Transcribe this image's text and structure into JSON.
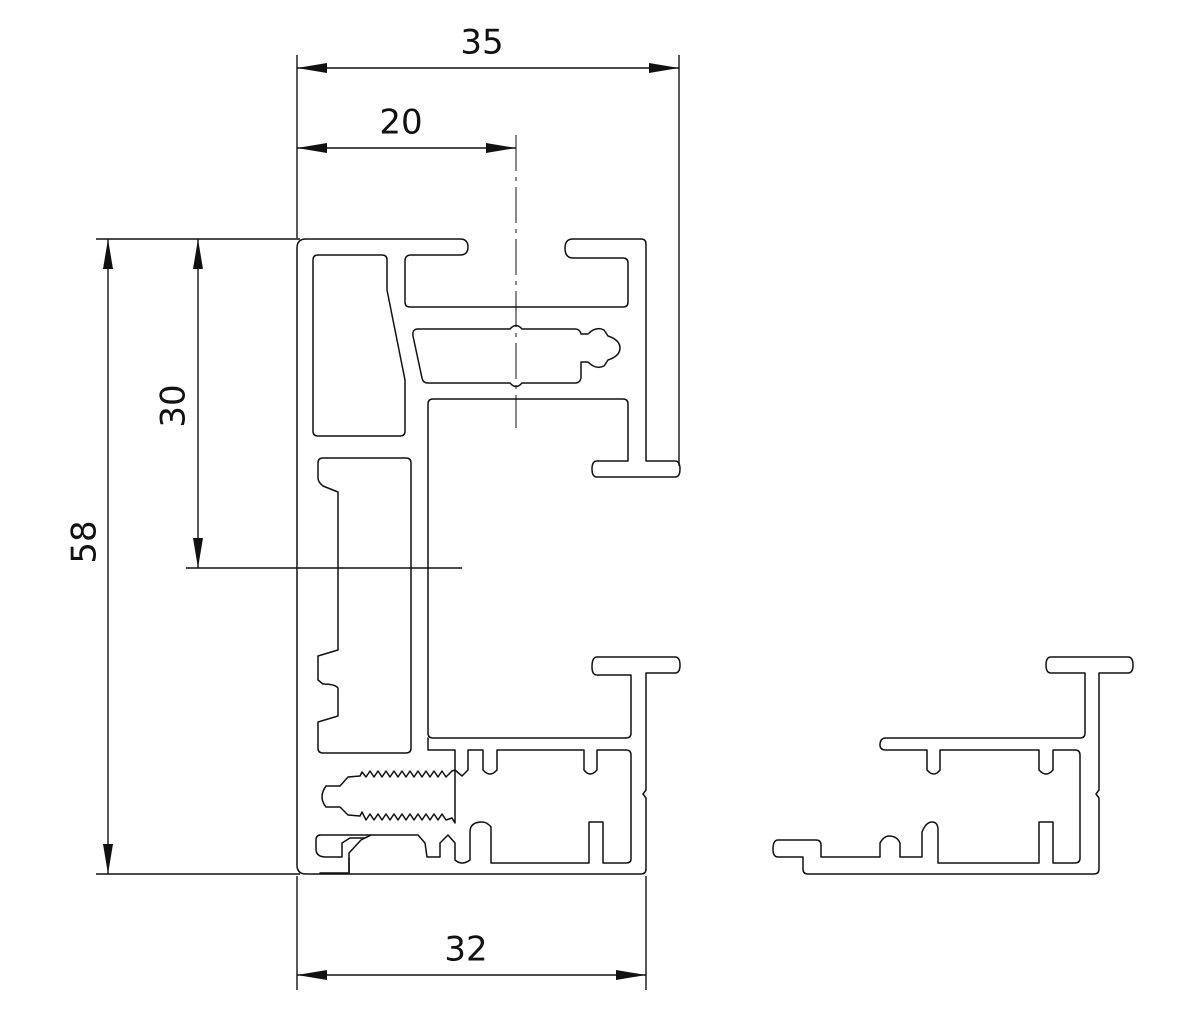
{
  "drawing": {
    "dimensions": {
      "top_overall_width": "35",
      "top_center_offset": "20",
      "left_center_height": "30",
      "left_overall_height": "58",
      "bottom_width": "32"
    },
    "colors": {
      "line": "#111111",
      "background": "#ffffff"
    }
  }
}
